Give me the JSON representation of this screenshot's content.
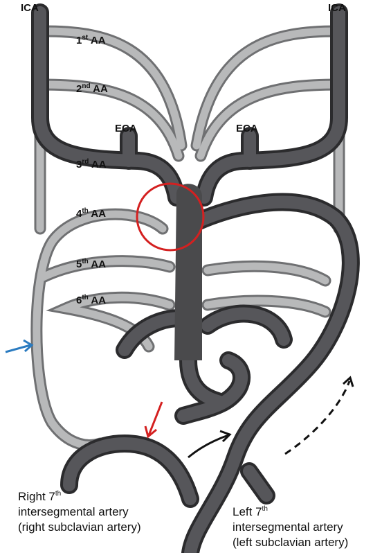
{
  "labels": {
    "ica_left": "ICA",
    "ica_right": "ICA",
    "eca_left": "ECA",
    "eca_right": "ECA",
    "aa1": {
      "num": "1",
      "sup": "st",
      "text": " AA"
    },
    "aa2": {
      "num": "2",
      "sup": "nd",
      "text": " AA"
    },
    "aa3": {
      "num": "3",
      "sup": "rd",
      "text": " AA"
    },
    "aa4": {
      "num": "4",
      "sup": "th",
      "text": " AA"
    },
    "aa5": {
      "num": "5",
      "sup": "th",
      "text": " AA"
    },
    "aa6": {
      "num": "6",
      "sup": "th",
      "text": " AA"
    }
  },
  "captions": {
    "right": {
      "line1_a": "Right 7",
      "line1_sup": "th",
      "line2": "intersegmental artery",
      "line3": "(right subclavian artery)"
    },
    "left": {
      "line1_a": "Left 7",
      "line1_sup": "th",
      "line2": "intersegmental artery",
      "line3": "(left subclavian artery)"
    }
  },
  "colors": {
    "dark_vessel": "#4a4a4c",
    "dark_edge": "#2b2b2d",
    "light_vessel": "#a9aaab",
    "light_edge": "#6f7072",
    "circle": "#d42020",
    "red_arrow": "#d42020",
    "blue_arrow": "#2a7bc0",
    "black_arrow": "#111111"
  }
}
